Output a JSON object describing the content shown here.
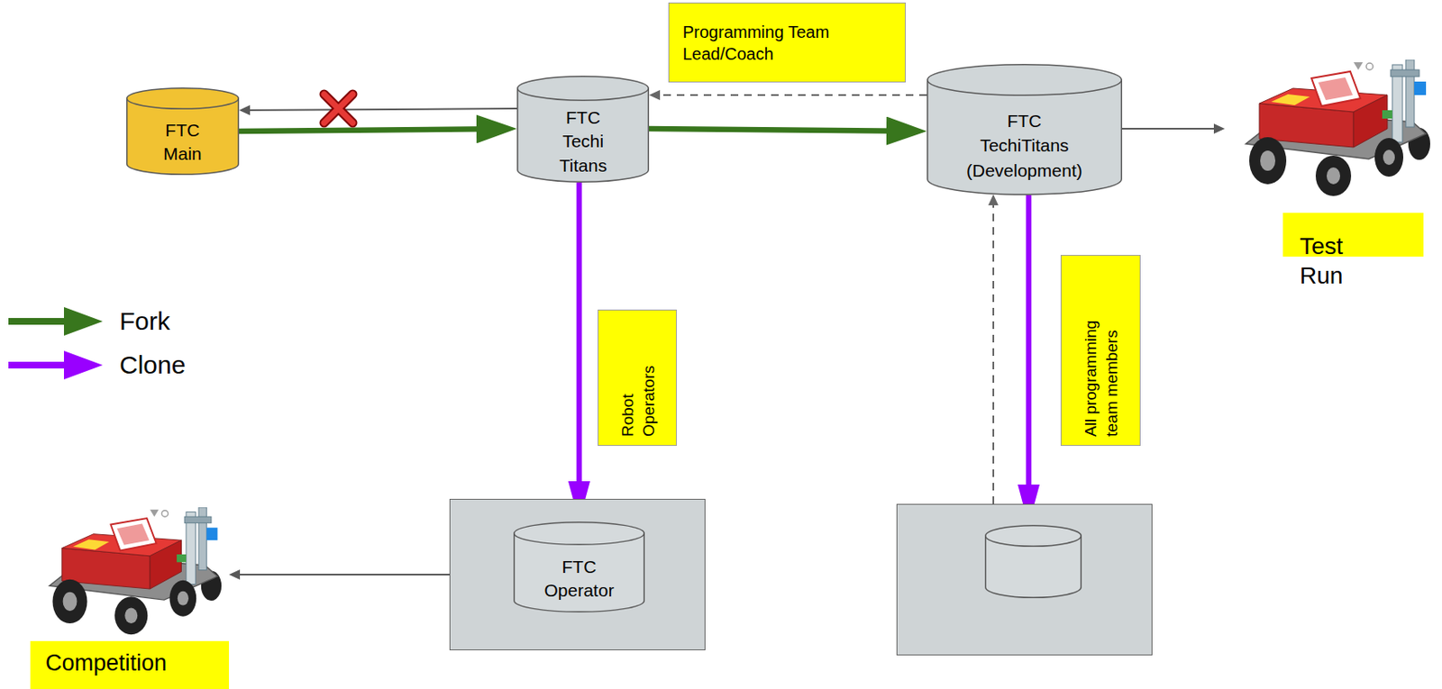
{
  "diagram": {
    "nodes": [
      {
        "text": [
          "FTC Main"
        ]
      },
      {
        "text": [
          "FTC Techi Titans"
        ]
      },
      {
        "text": [
          "FTC TechiTitans (Development)"
        ]
      },
      {
        "text": [
          "Test Run"
        ]
      },
      {
        "text": []
      },
      {
        "text": [
          "FTC Operator"
        ],
        "in": 4
      },
      {
        "text": []
      },
      {
        "text": [],
        "in": 6
      },
      {
        "text": [
          "Competition"
        ]
      }
    ],
    "edges": [
      {
        "from": 0,
        "to": 1,
        "arrow": "to"
      },
      {
        "from": 1,
        "to": 0,
        "arrow": "to"
      },
      {
        "from": 1,
        "to": 2,
        "arrow": "to"
      },
      {
        "from": 2,
        "to": 1,
        "arrow": "to",
        "label": "Programming Team Lead/Coach"
      },
      {
        "from": 2,
        "to": 3,
        "arrow": "to"
      },
      {
        "from": 1,
        "to": 5,
        "arrow": "to",
        "label": "Robot Operators"
      },
      {
        "from": 2,
        "to": 7,
        "arrow": "to",
        "label": "All programming team members"
      },
      {
        "from": 6,
        "to": 2,
        "arrow": "to"
      },
      {
        "from": 4,
        "to": 8,
        "arrow": "to"
      }
    ],
    "legend": [
      {
        "text": "Fork"
      },
      {
        "text": "Clone"
      }
    ]
  }
}
